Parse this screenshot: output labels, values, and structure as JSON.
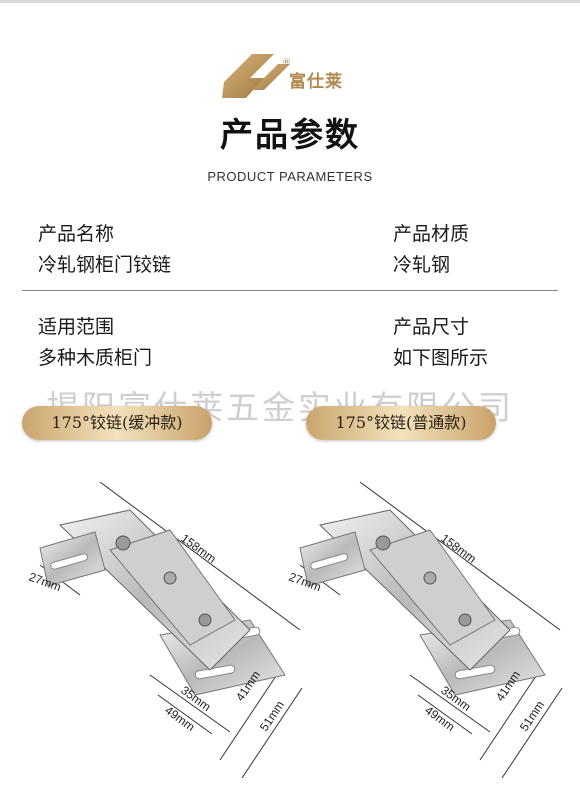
{
  "brand": {
    "name": "富仕莱",
    "registered": "®"
  },
  "header": {
    "title": "产品参数",
    "subtitle": "PRODUCT PARAMETERS"
  },
  "params": {
    "name_label": "产品名称",
    "name_value": "冷轧钢柜门铰链",
    "material_label": "产品材质",
    "material_value": "冷轧钢",
    "usage_label": "适用范围",
    "usage_value": "多种木质柜门",
    "size_label": "产品尺寸",
    "size_value": "如下图所示"
  },
  "watermark": "揭阳富仕莱五金实业有限公司",
  "variants": [
    {
      "label": "175°铰链(缓冲款)",
      "dims": {
        "length": "158mm",
        "side": "27mm",
        "a": "35mm",
        "b": "41mm",
        "c": "49mm",
        "d": "51mm"
      }
    },
    {
      "label": "175°铰链(普通款)",
      "dims": {
        "length": "158mm",
        "side": "27mm",
        "a": "35mm",
        "b": "41mm",
        "c": "49mm",
        "d": "51mm"
      }
    }
  ],
  "colors": {
    "gold": "#b08a4e",
    "pill_light": "#f3e2bd",
    "pill_dark": "#c9a26a"
  }
}
